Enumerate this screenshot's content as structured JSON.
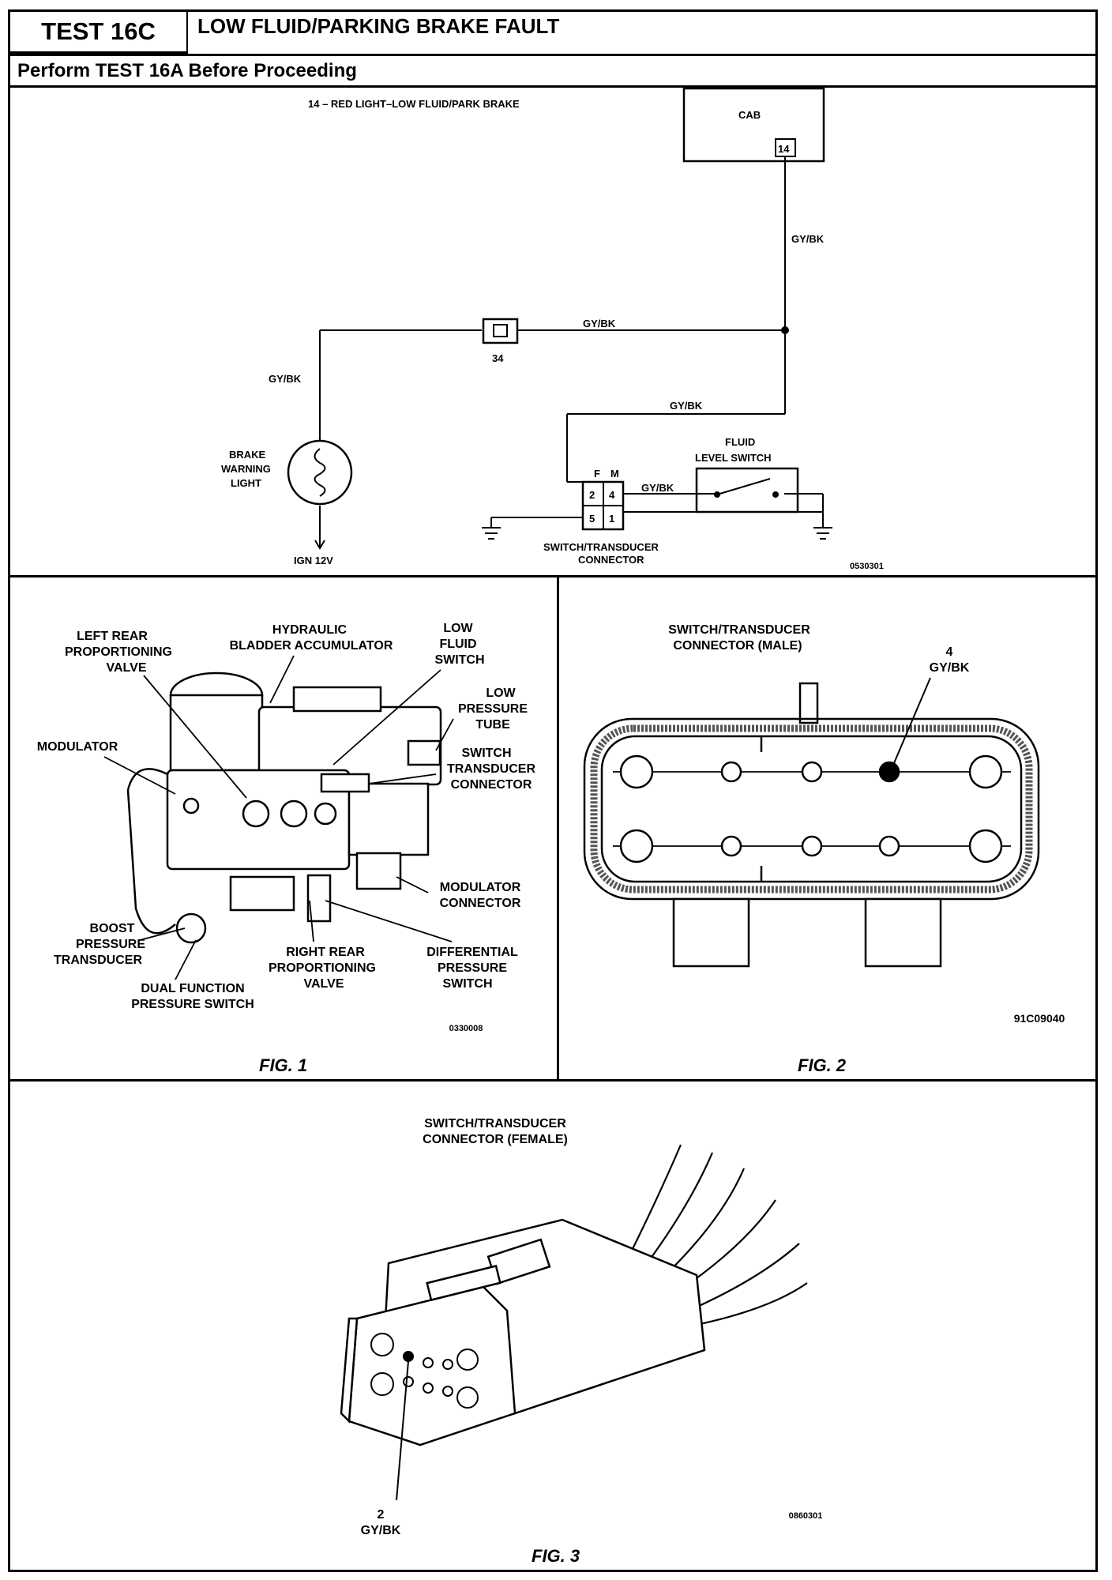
{
  "header": {
    "test_label": "TEST 16C",
    "title": "LOW FLUID/PARKING BRAKE FAULT",
    "subtitle": "Perform TEST 16A Before Proceeding"
  },
  "schematic": {
    "circuit_title": "14 – RED LIGHT–LOW FLUID/PARK BRAKE",
    "cab_label": "CAB",
    "cab_pin": "14",
    "wire_color": "GY/BK",
    "splice_label": "34",
    "fluid_switch_line1": "FLUID",
    "fluid_switch_line2": "LEVEL SWITCH",
    "lamp_line1": "BRAKE",
    "lamp_line2": "WARNING",
    "lamp_line3": "LIGHT",
    "ign_label": "IGN 12V",
    "conn_f": "F",
    "conn_m": "M",
    "pins": [
      "2",
      "4",
      "5",
      "1"
    ],
    "connector_line1": "SWITCH/TRANSDUCER",
    "connector_line2": "CONNECTOR",
    "ref_code": "0530301"
  },
  "fig1": {
    "caption": "FIG. 1",
    "ref_code": "0330008",
    "labels": {
      "left_rear_1": "LEFT REAR",
      "left_rear_2": "PROPORTIONING",
      "left_rear_3": "VALVE",
      "hydraulic_1": "HYDRAULIC",
      "hydraulic_2": "BLADDER ACCUMULATOR",
      "low_fluid_1": "LOW",
      "low_fluid_2": "FLUID",
      "low_fluid_3": "SWITCH",
      "low_pressure_1": "LOW",
      "low_pressure_2": "PRESSURE",
      "low_pressure_3": "TUBE",
      "modulator": "MODULATOR",
      "switch_tr_1": "SWITCH",
      "switch_tr_2": "TRANSDUCER",
      "switch_tr_3": "CONNECTOR",
      "mod_conn_1": "MODULATOR",
      "mod_conn_2": "CONNECTOR",
      "boost_1": "BOOST",
      "boost_2": "PRESSURE",
      "boost_3": "TRANSDUCER",
      "right_rear_1": "RIGHT REAR",
      "right_rear_2": "PROPORTIONING",
      "right_rear_3": "VALVE",
      "differential_1": "DIFFERENTIAL",
      "differential_2": "PRESSURE",
      "differential_3": "SWITCH",
      "dual_1": "DUAL FUNCTION",
      "dual_2": "PRESSURE SWITCH"
    }
  },
  "fig2": {
    "caption": "FIG. 2",
    "title_1": "SWITCH/TRANSDUCER",
    "title_2": "CONNECTOR (MALE)",
    "pin_number": "4",
    "pin_wire": "GY/BK",
    "ref_code": "91C09040"
  },
  "fig3": {
    "caption": "FIG. 3",
    "title_1": "SWITCH/TRANSDUCER",
    "title_2": "CONNECTOR (FEMALE)",
    "pin_number": "2",
    "pin_wire": "GY/BK",
    "ref_code": "0860301"
  }
}
